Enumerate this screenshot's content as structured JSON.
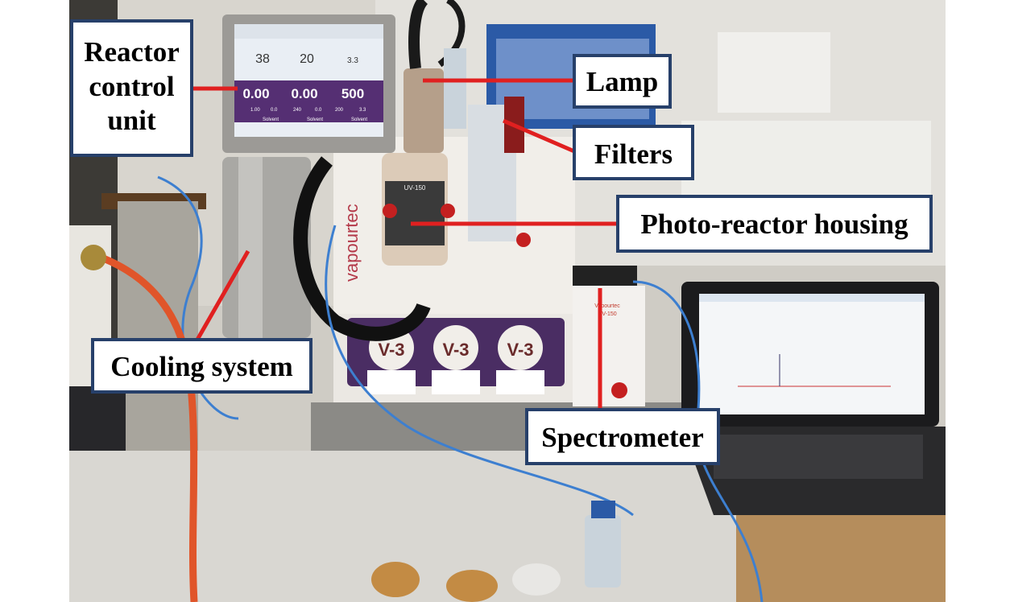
{
  "labels": {
    "reactor_control_unit": [
      "Reactor",
      "control",
      "unit"
    ],
    "lamp": "Lamp",
    "filters": "Filters",
    "photo_reactor_housing": "Photo-reactor housing",
    "cooling_system": "Cooling system",
    "spectrometer": "Spectrometer"
  },
  "screen": {
    "top_values": [
      "38",
      "20",
      "3.3"
    ],
    "big_values": [
      "0.00",
      "0.00",
      "500"
    ],
    "small_values": [
      "1.00",
      "0.0",
      "240",
      "0.0",
      "200",
      "3.3"
    ],
    "buttons": [
      "Solvent",
      "Solvent",
      "Solvent"
    ]
  },
  "device_text": {
    "brand": "vapourtec",
    "reactor_ring": "UV-150",
    "pump_labels": [
      "V-3",
      "V-3",
      "V-3"
    ],
    "power_unit": [
      "Vapourtec",
      "UV-150"
    ]
  },
  "colors": {
    "label_border": "#27406a",
    "leader_line": "#e02020"
  }
}
